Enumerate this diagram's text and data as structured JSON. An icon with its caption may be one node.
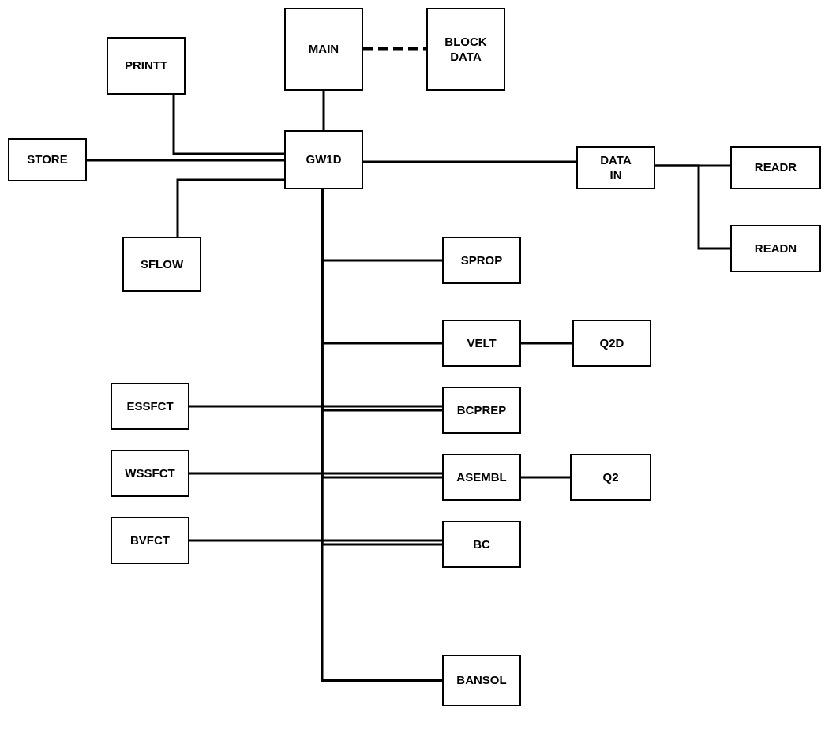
{
  "diagram": {
    "nodes": [
      {
        "text": [
          "MAIN"
        ]
      },
      {
        "text": [
          "BLOCK DATA"
        ]
      },
      {
        "text": [
          "PRINTT"
        ]
      },
      {
        "text": [
          "GW1D"
        ]
      },
      {
        "text": [
          "STORE"
        ]
      },
      {
        "text": [
          "DATA IN"
        ]
      },
      {
        "text": [
          "READR"
        ]
      },
      {
        "text": [
          "SFLOW"
        ]
      },
      {
        "text": [
          "READN"
        ]
      },
      {
        "text": [
          "SPROP"
        ]
      },
      {
        "text": [
          "VELT"
        ]
      },
      {
        "text": [
          "Q2D"
        ]
      },
      {
        "text": [
          "ESSFCT"
        ]
      },
      {
        "text": [
          "BCPREP"
        ]
      },
      {
        "text": [
          "WSSFCT"
        ]
      },
      {
        "text": [
          "ASEMBL"
        ]
      },
      {
        "text": [
          "Q2"
        ]
      },
      {
        "text": [
          "BVFCT"
        ]
      },
      {
        "text": [
          "BC"
        ]
      },
      {
        "text": [
          "BANSOL"
        ]
      }
    ],
    "edges": [
      {
        "from": 0,
        "to": 3,
        "arrow": "none"
      },
      {
        "from": 0,
        "to": 1,
        "arrow": "none",
        "style": "dashed"
      },
      {
        "from": 2,
        "to": 3,
        "arrow": "none"
      },
      {
        "from": 4,
        "to": 3,
        "arrow": "none"
      },
      {
        "from": 7,
        "to": 3,
        "arrow": "none"
      },
      {
        "from": 3,
        "to": 5,
        "arrow": "none"
      },
      {
        "from": 5,
        "to": 6,
        "arrow": "none"
      },
      {
        "from": 5,
        "to": 8,
        "arrow": "none"
      },
      {
        "from": 3,
        "to": 9,
        "arrow": "none"
      },
      {
        "from": 3,
        "to": 10,
        "arrow": "none"
      },
      {
        "from": 3,
        "to": 13,
        "arrow": "none"
      },
      {
        "from": 3,
        "to": 15,
        "arrow": "none"
      },
      {
        "from": 3,
        "to": 18,
        "arrow": "none"
      },
      {
        "from": 3,
        "to": 19,
        "arrow": "none"
      },
      {
        "from": 10,
        "to": 11,
        "arrow": "none"
      },
      {
        "from": 12,
        "to": 13,
        "arrow": "none"
      },
      {
        "from": 14,
        "to": 15,
        "arrow": "none"
      },
      {
        "from": 15,
        "to": 16,
        "arrow": "none"
      },
      {
        "from": 17,
        "to": 18,
        "arrow": "none"
      }
    ]
  }
}
